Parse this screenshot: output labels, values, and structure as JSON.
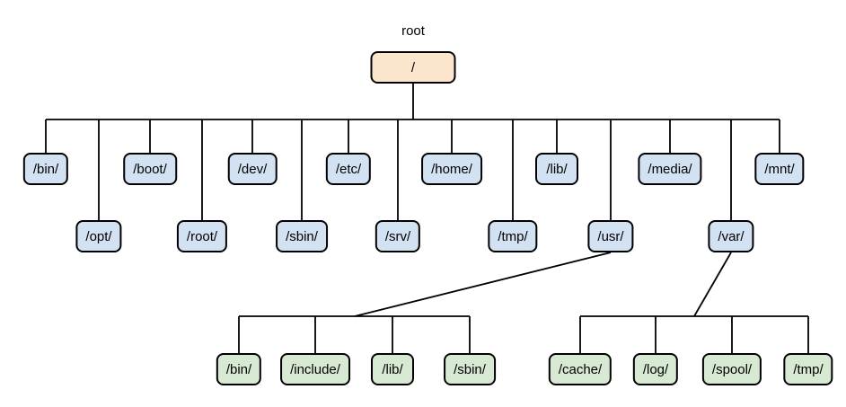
{
  "tree": {
    "caption": "root",
    "root": "/",
    "colors": {
      "root_fill": "#FBE5CD",
      "level1_fill": "#D2E2F2",
      "level2_fill": "#D8E9D3",
      "stroke": "#000000"
    },
    "level1": [
      "/bin/",
      "/opt/",
      "/boot/",
      "/root/",
      "/dev/",
      "/sbin/",
      "/etc/",
      "/srv/",
      "/home/",
      "/tmp/",
      "/lib/",
      "/usr/",
      "/media/",
      "/var/",
      "/mnt/"
    ],
    "usr_children": [
      "/bin/",
      "/include/",
      "/lib/",
      "/sbin/"
    ],
    "var_children": [
      "/cache/",
      "/log/",
      "/spool/",
      "/tmp/"
    ]
  }
}
